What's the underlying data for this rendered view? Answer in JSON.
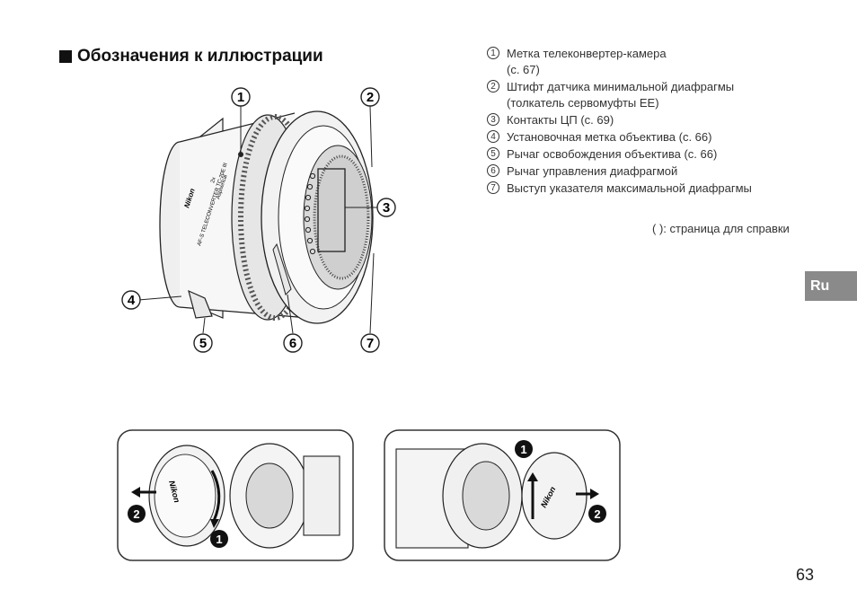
{
  "heading": "Обозначения к иллюстрации",
  "legend": [
    {
      "num": "1",
      "text": "Метка телеконвертер-камера",
      "sub": "(с. 67)"
    },
    {
      "num": "2",
      "text": "Штифт датчика минимальной диафрагмы",
      "sub": "(толкатель сервомуфты EE)"
    },
    {
      "num": "3",
      "text": "Контакты ЦП (с. 69)",
      "sub": ""
    },
    {
      "num": "4",
      "text": "Установочная метка объектива (с. 66)",
      "sub": ""
    },
    {
      "num": "5",
      "text": "Рычаг освобождения объектива (с. 66)",
      "sub": ""
    },
    {
      "num": "6",
      "text": "Рычаг управления диафрагмой",
      "sub": ""
    },
    {
      "num": "7",
      "text": "Выступ указателя максимальной диафрагмы",
      "sub": ""
    }
  ],
  "reference_note": "(  ): страница для справки",
  "language_tab": "Ru",
  "page_number": "63",
  "main_figure": {
    "callouts": [
      "1",
      "2",
      "3",
      "4",
      "5",
      "6",
      "7"
    ],
    "barrel_text": [
      "Nikon",
      "AF-S TELECONVERTER TC-20E III",
      "2x",
      "Aspherical"
    ]
  },
  "figure_left": {
    "steps": [
      "1",
      "2"
    ],
    "cap_text": "Nikon"
  },
  "figure_right": {
    "steps": [
      "1",
      "2"
    ],
    "cap_text": "Nikon"
  }
}
